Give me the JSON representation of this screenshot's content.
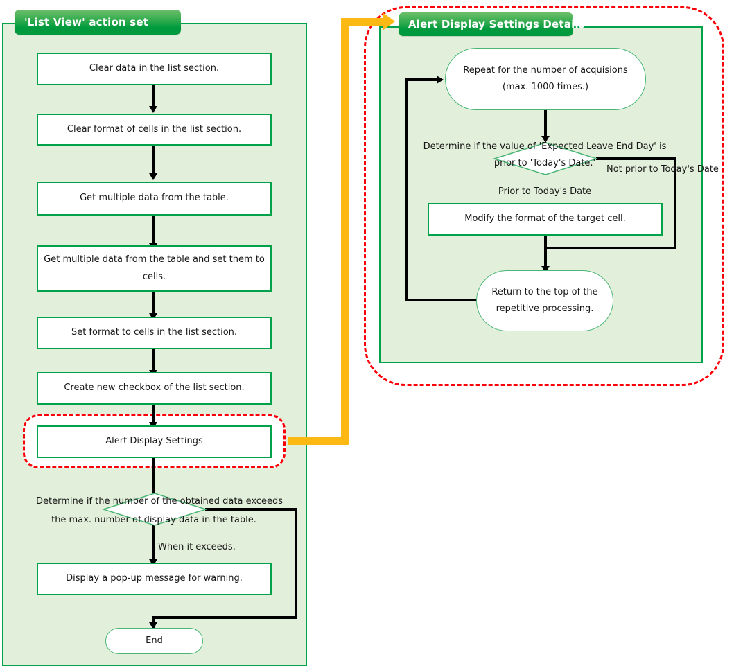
{
  "left_panel": {
    "title": "'List View' action set",
    "nodes": [
      {
        "id": "clear-data",
        "label": "Clear data in the list section."
      },
      {
        "id": "clear-format",
        "label": "Clear format of cells in the list section."
      },
      {
        "id": "get-multiple-data",
        "label": "Get multiple data from the table."
      },
      {
        "id": "get-set-cells",
        "label": "Get multiple data from the table and set them to cells."
      },
      {
        "id": "set-format",
        "label": "Set format to cells in the list section."
      },
      {
        "id": "create-checkbox",
        "label": "Create new checkbox of the list section."
      },
      {
        "id": "alert-display-settings",
        "label": "Alert Display Settings"
      },
      {
        "id": "popup-warning",
        "label": "Display a pop-up message for warning."
      },
      {
        "id": "end",
        "label": "End"
      }
    ],
    "decision": {
      "line1": "Determine if the number of the obtained data exceeds",
      "line2": "the max. number of display data in the table."
    },
    "branch_label": "When it exceeds."
  },
  "right_panel": {
    "title": "Alert Display Settings Details",
    "loop_node": {
      "line1": "Repeat for the number of acquisions",
      "line2": "(max. 1000 times.)"
    },
    "decision": {
      "line1": "Determine if the value of 'Expected Leave End Day' is",
      "line2": "prior to 'Today's Date.'"
    },
    "branch_yes": "Prior to Today's Date",
    "branch_no": "Not prior to Today's Date",
    "modify_node": "Modify the format of the target cell.",
    "return_node": {
      "line1": "Return to the top of the",
      "line2": "repetitive processing."
    }
  },
  "colors": {
    "panel_fill": "#e2efda",
    "panel_border": "#00a24a",
    "node_border": "#00a24a",
    "terminator_border": "#49b675",
    "header_green": "#009a3e",
    "highlight_red": "#fb0007",
    "connector_orange": "#fcb913",
    "connector_black": "#000000",
    "text": "#161616"
  }
}
